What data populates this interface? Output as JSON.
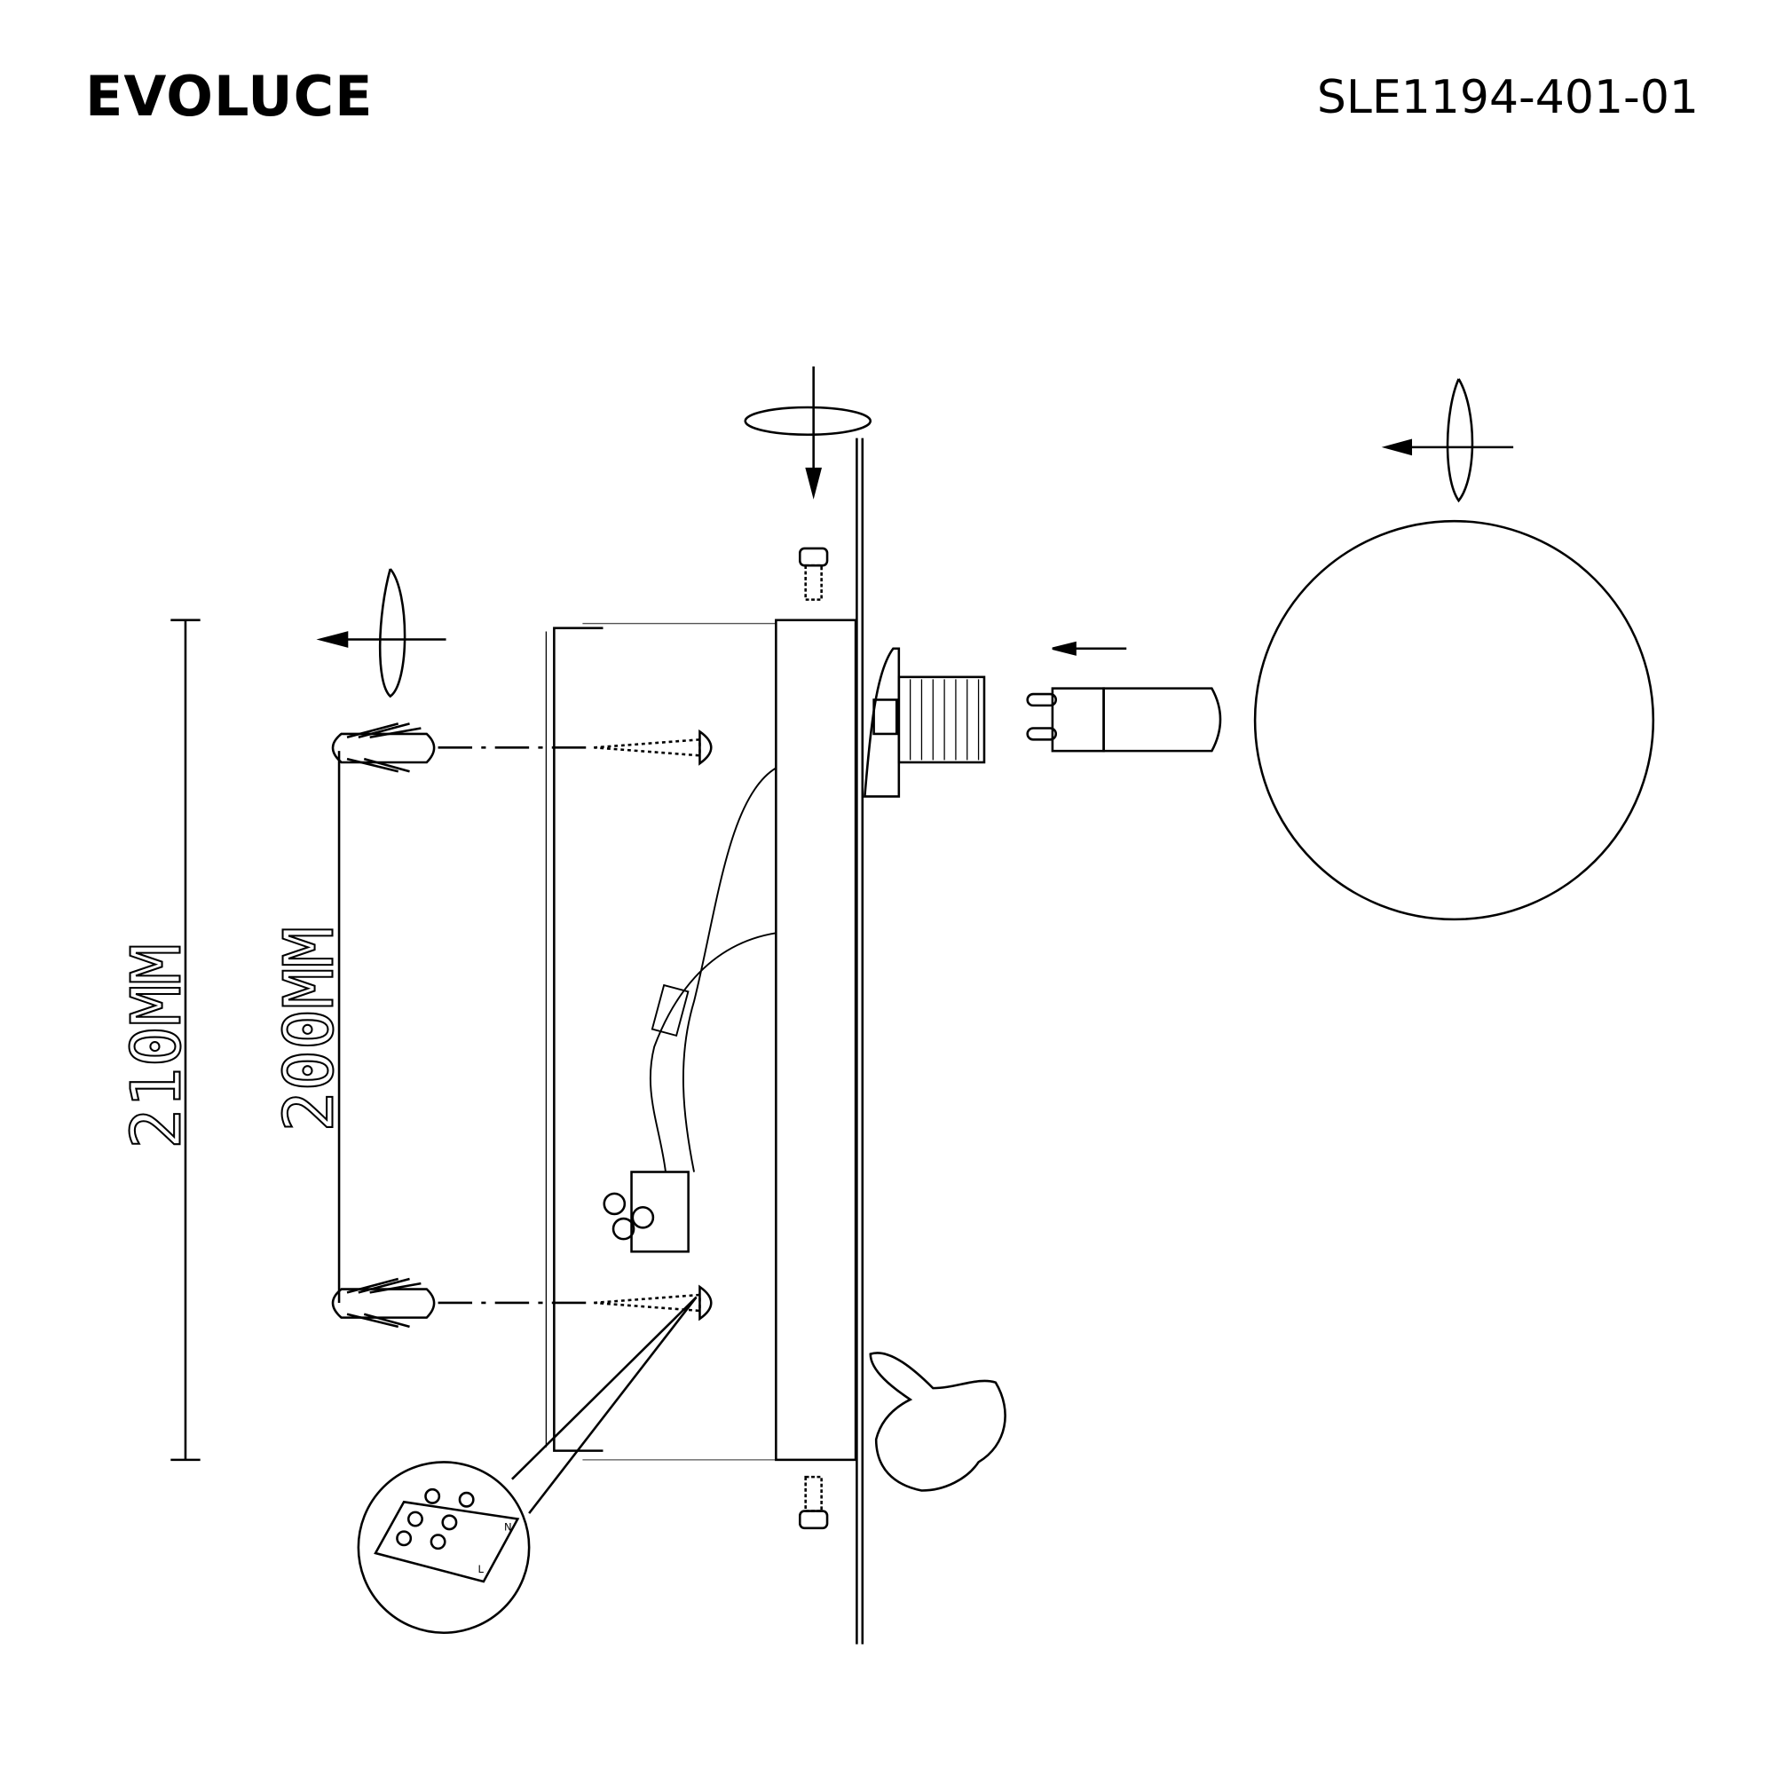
{
  "header": {
    "brand": "EVOLUCE",
    "model": "SLE1194-401-01"
  },
  "dimensions": {
    "overall_height": "210MM",
    "mounting_distance": "200MM"
  },
  "terminal_labels": {
    "live": "L",
    "neutral": "N"
  },
  "colors": {
    "line": "#000000",
    "thin_line": "#555555"
  }
}
